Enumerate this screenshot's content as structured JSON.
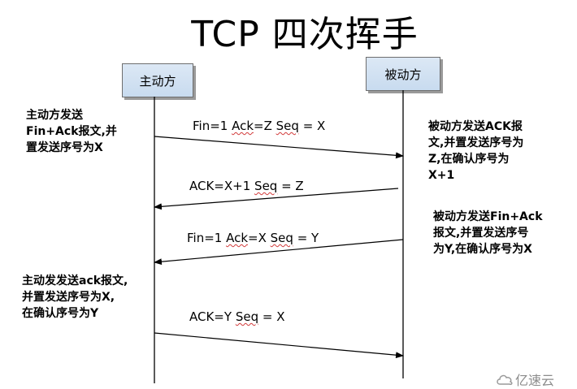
{
  "title": "TCP 四次挥手",
  "actors": {
    "active": "主动方",
    "passive": "被动方"
  },
  "messages": [
    {
      "prefix": "Fin=1 ",
      "mid": "Ack",
      "between": "=Z ",
      "tail": "Seq",
      "end": " = X"
    },
    {
      "prefix": "ACK=X+1 ",
      "mid": "",
      "between": "",
      "tail": "Seq",
      "end": " = Z"
    },
    {
      "prefix": "Fin=1 ",
      "mid": "Ack",
      "between": "=X ",
      "tail": "Seq",
      "end": " = Y"
    },
    {
      "prefix": "ACK=Y ",
      "mid": "",
      "between": "",
      "tail": "Seq",
      "end": " = X"
    }
  ],
  "notes": {
    "n1": "主动方发送\nFin+Ack报文,并\n置发送序号为X",
    "n2": "被动方发送ACK报\n文,并置发送序号为\nZ,在确认序号为\nX+1",
    "n3": "被动方发送Fin+Ack\n报文,并置发送序号\n为Y,在确认序号为X",
    "n4": "主动发发送ack报文,\n并置发送序号为X,\n在确认序号为Y"
  },
  "watermark": "亿速云"
}
